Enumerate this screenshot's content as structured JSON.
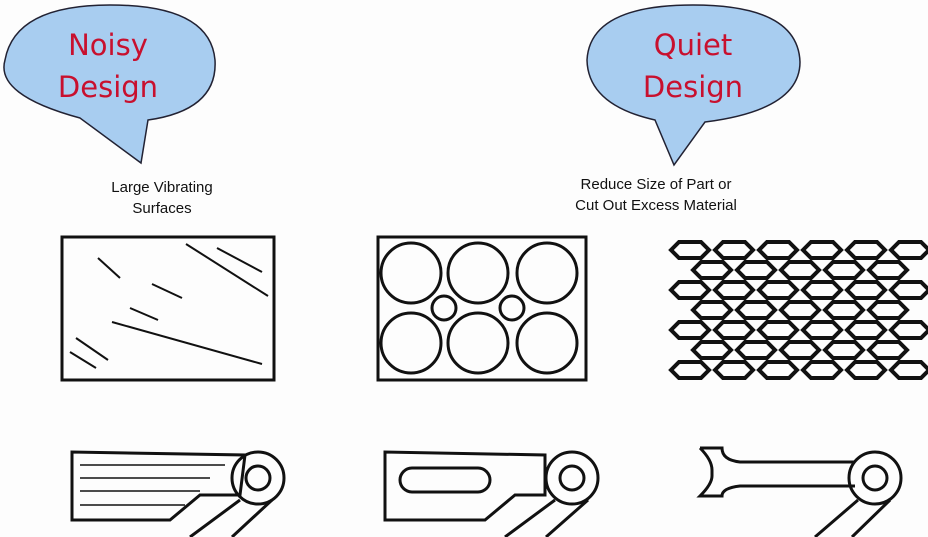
{
  "noisy": {
    "bubble_line1": "Noisy",
    "bubble_line2": "Design",
    "caption_line1": "Large Vibrating",
    "caption_line2": "Surfaces"
  },
  "quiet": {
    "bubble_line1": "Quiet",
    "bubble_line2": "Design",
    "caption_line1": "Reduce Size of Part or",
    "caption_line2": "Cut Out Excess Material"
  },
  "colors": {
    "bubble_fill": "#a8cdf0",
    "bubble_text": "#c8102e",
    "line": "#111111"
  }
}
